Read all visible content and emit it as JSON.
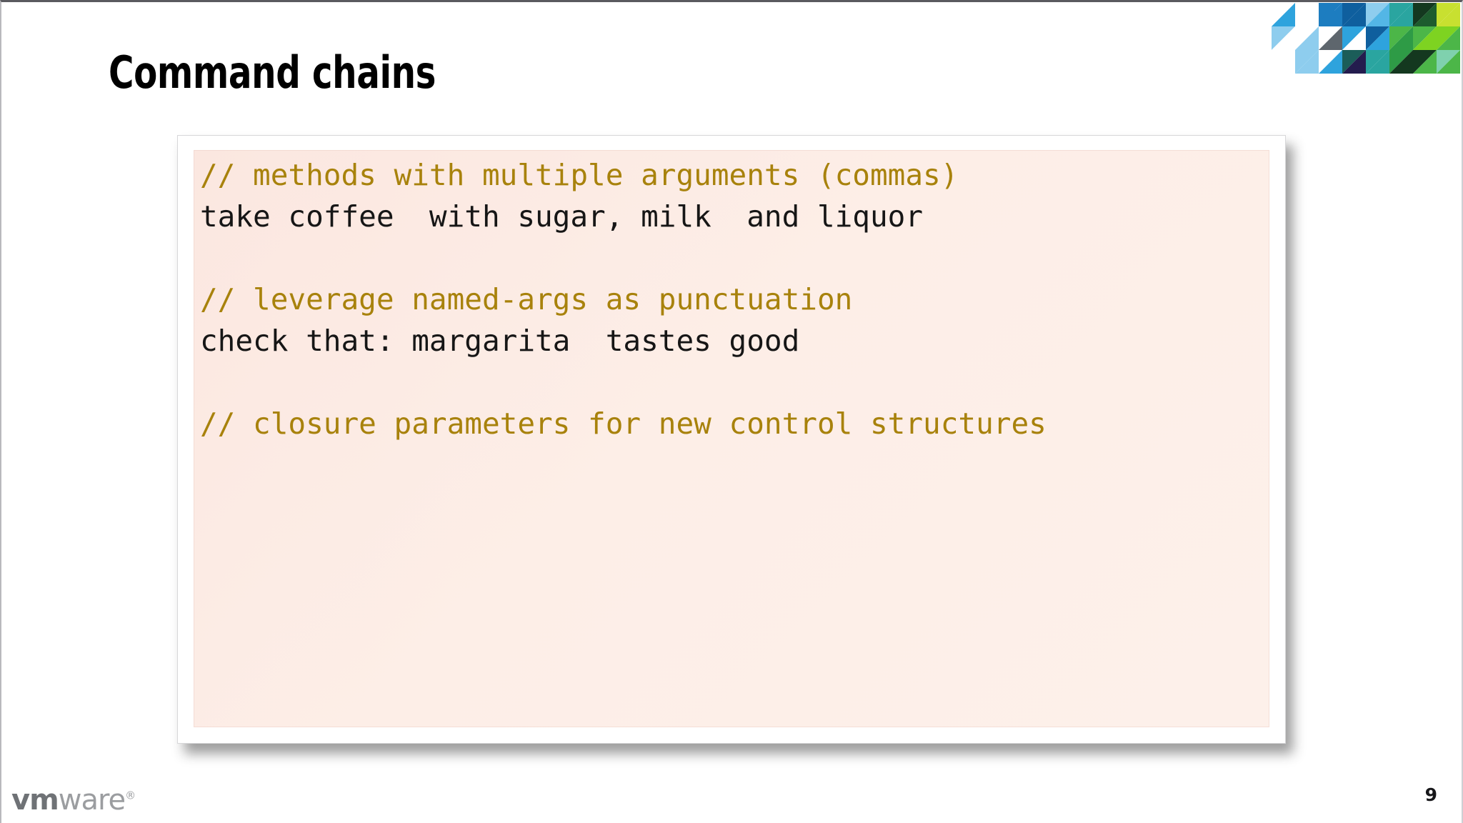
{
  "slide": {
    "title": "Command chains",
    "page_number": "9",
    "background_color": "#ffffff"
  },
  "code_block": {
    "background_color": "#fcebe4",
    "comment_color": "#a8820c",
    "code_color": "#161616",
    "lines": [
      {
        "type": "comment",
        "text": "// methods with multiple arguments (commas)"
      },
      {
        "type": "code",
        "text": "take coffee  with sugar, milk  and liquor"
      },
      {
        "type": "blank",
        "text": ""
      },
      {
        "type": "comment",
        "text": "// leverage named-args as punctuation"
      },
      {
        "type": "code",
        "text": "check that: margarita  tastes good"
      },
      {
        "type": "blank",
        "text": ""
      },
      {
        "type": "comment",
        "text": "// closure parameters for new control structures"
      }
    ]
  },
  "branding": {
    "logo_vm": "vm",
    "logo_ware": "ware",
    "logo_registered": "®",
    "mosaic_icon_name": "vmware-mosaic-logo",
    "mosaic_colors": {
      "light_blue": "#8ecdee",
      "sky_blue": "#2ea3dd",
      "mid_blue": "#1d7dc0",
      "deep_blue": "#0f5f9e",
      "navy": "#17356b",
      "dark_navy": "#241c4e",
      "teal": "#2aa5a0",
      "dark_teal": "#1b5d59",
      "gray": "#5e666d",
      "green": "#4cb648",
      "mid_green": "#2e9b46",
      "dark_green": "#14381f",
      "forest": "#1d5c2e",
      "light_green": "#7ed321",
      "lime": "#c8e030",
      "mint": "#7fd1ae",
      "white": "#ffffff"
    }
  }
}
